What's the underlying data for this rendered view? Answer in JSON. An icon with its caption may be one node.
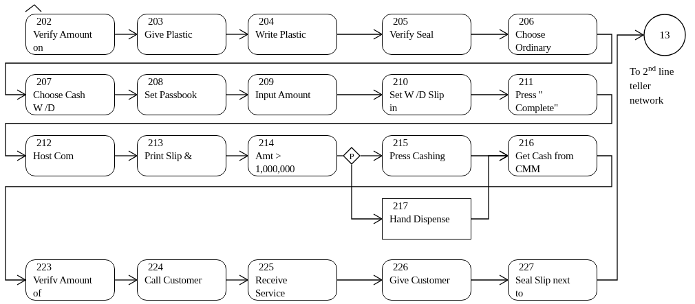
{
  "diagram": {
    "nodes": [
      {
        "text": [
          "202",
          "Verify Amount on"
        ]
      },
      {
        "text": [
          "203",
          "Give Plastic"
        ]
      },
      {
        "text": [
          "204",
          "Write Plastic"
        ]
      },
      {
        "text": [
          "205",
          "Verify Seal"
        ]
      },
      {
        "text": [
          "206",
          "Choose Ordinary"
        ]
      },
      {
        "text": [
          "13"
        ],
        "beside": [
          "To 2$^{nd}$ line teller network"
        ]
      },
      {
        "text": [
          "207",
          "Choose Cash W /D"
        ]
      },
      {
        "text": [
          "208",
          "Set Passbook"
        ]
      },
      {
        "text": [
          "209",
          "Input Amount"
        ]
      },
      {
        "text": [
          "210",
          "Set W /D Slip in"
        ]
      },
      {
        "text": [
          "211",
          "Press \" Complete\""
        ]
      },
      {
        "text": [
          "212",
          "Host Com"
        ]
      },
      {
        "text": [
          "213",
          "Print Slip &"
        ]
      },
      {
        "text": [
          "214",
          "Amt > 1,000,000"
        ]
      },
      {
        "text": [
          "P"
        ]
      },
      {
        "text": [
          "215",
          "Press Cashing"
        ]
      },
      {
        "text": [
          "216",
          "Get Cash from CMM"
        ]
      },
      {
        "text": [
          "217",
          "Hand Dispense"
        ]
      },
      {
        "text": [
          "223",
          "Verifv Amount of"
        ]
      },
      {
        "text": [
          "224",
          "Call Customer"
        ]
      },
      {
        "text": [
          "225",
          "Receive Service"
        ]
      },
      {
        "text": [
          "226",
          "Give Customer"
        ]
      },
      {
        "text": [
          "227",
          "Seal Slip next to"
        ]
      }
    ],
    "edges": [
      {
        "from": 0,
        "to": 1,
        "arrow": "to"
      },
      {
        "from": 1,
        "to": 2,
        "arrow": "to"
      },
      {
        "from": 2,
        "to": 3,
        "arrow": "to"
      },
      {
        "from": 3,
        "to": 4,
        "arrow": "to"
      },
      {
        "from": 4,
        "to": 6,
        "arrow": "to"
      },
      {
        "from": 6,
        "to": 7,
        "arrow": "to"
      },
      {
        "from": 7,
        "to": 8,
        "arrow": "to"
      },
      {
        "from": 8,
        "to": 9,
        "arrow": "to"
      },
      {
        "from": 9,
        "to": 10,
        "arrow": "to"
      },
      {
        "from": 10,
        "to": 11,
        "arrow": "to"
      },
      {
        "from": 11,
        "to": 12,
        "arrow": "to"
      },
      {
        "from": 12,
        "to": 13,
        "arrow": "to"
      },
      {
        "from": 13,
        "to": 14,
        "arrow": "none"
      },
      {
        "from": 14,
        "to": 15,
        "arrow": "to"
      },
      {
        "from": 14,
        "to": 17,
        "arrow": "to"
      },
      {
        "from": 15,
        "to": 16,
        "arrow": "to"
      },
      {
        "from": 17,
        "to": 16,
        "arrow": "to"
      },
      {
        "from": 16,
        "to": 18,
        "arrow": "to"
      },
      {
        "from": 18,
        "to": 19,
        "arrow": "to"
      },
      {
        "from": 19,
        "to": 20,
        "arrow": "to"
      },
      {
        "from": 20,
        "to": 21,
        "arrow": "to"
      },
      {
        "from": 21,
        "to": 22,
        "arrow": "to"
      },
      {
        "from": 22,
        "to": 5,
        "arrow": "to"
      }
    ]
  }
}
